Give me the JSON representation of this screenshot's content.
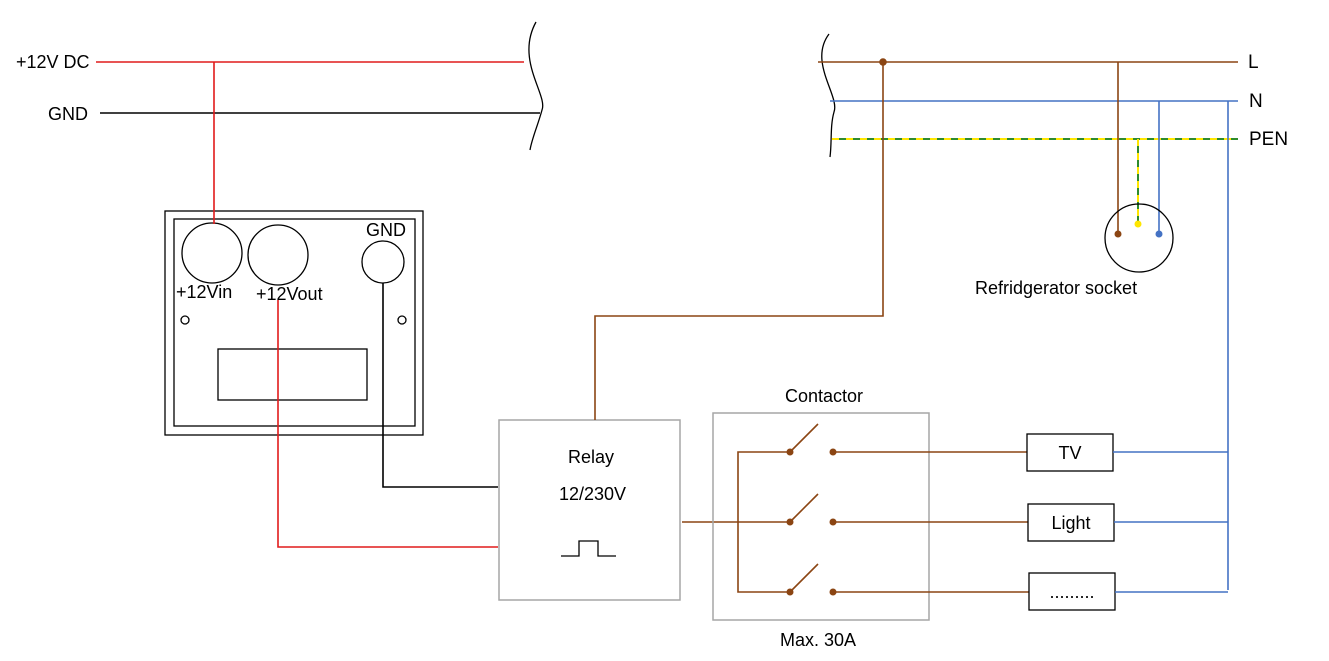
{
  "colors": {
    "dc_positive": "#e11b1b",
    "ground": "#000000",
    "live": "#8b4513",
    "neutral": "#4472c4",
    "pen_green": "#2e8b2e",
    "pen_yellow": "#ffe600",
    "box_gray": "#a6a6a6"
  },
  "supply_dc": {
    "positive_label": "+12V DC",
    "ground_label": "GND"
  },
  "mains": {
    "live_label": "L",
    "neutral_label": "N",
    "pen_label": "PEN"
  },
  "device": {
    "terminal_in_label": "+12Vin",
    "terminal_out_label": "+12Vout",
    "terminal_gnd_label": "GND"
  },
  "relay": {
    "title": "Relay",
    "rating": "12/230V",
    "symbol_icon": "pulse-icon"
  },
  "contactor": {
    "title": "Contactor",
    "max_label": "Max. 30A",
    "switch_icon": "switch-contact-icon"
  },
  "socket": {
    "label": "Refridgerator socket",
    "icon": "socket-icon"
  },
  "loads": [
    {
      "label": "TV"
    },
    {
      "label": "Light"
    },
    {
      "label": "........."
    }
  ]
}
